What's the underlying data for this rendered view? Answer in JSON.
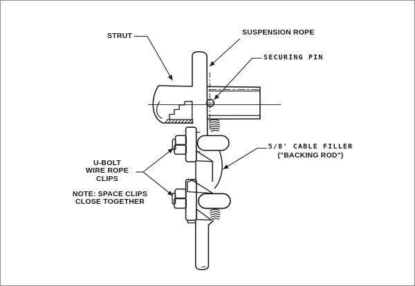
{
  "diagram": {
    "title_hint": "suspension rope and strut clamping detail",
    "line_color": "#1c1c1c",
    "centerline_color": "#2e2e2e",
    "background": "#ffffff",
    "border_color": "#8d8d8d",
    "labels": {
      "strut": "STRUT",
      "suspension_rope": "SUSPENSION ROPE",
      "securing_pin": "SECURING PIN",
      "ubolt_line1": "U-BOLT",
      "ubolt_line2": "WIRE ROPE",
      "ubolt_line3": "CLIPS",
      "note_line1": "NOTE: SPACE CLIPS",
      "note_line2": "CLOSE TOGETHER",
      "filler_line1": "5/8' CABLE FILLER",
      "filler_line2": "(\"BACKING ROD\")"
    }
  }
}
